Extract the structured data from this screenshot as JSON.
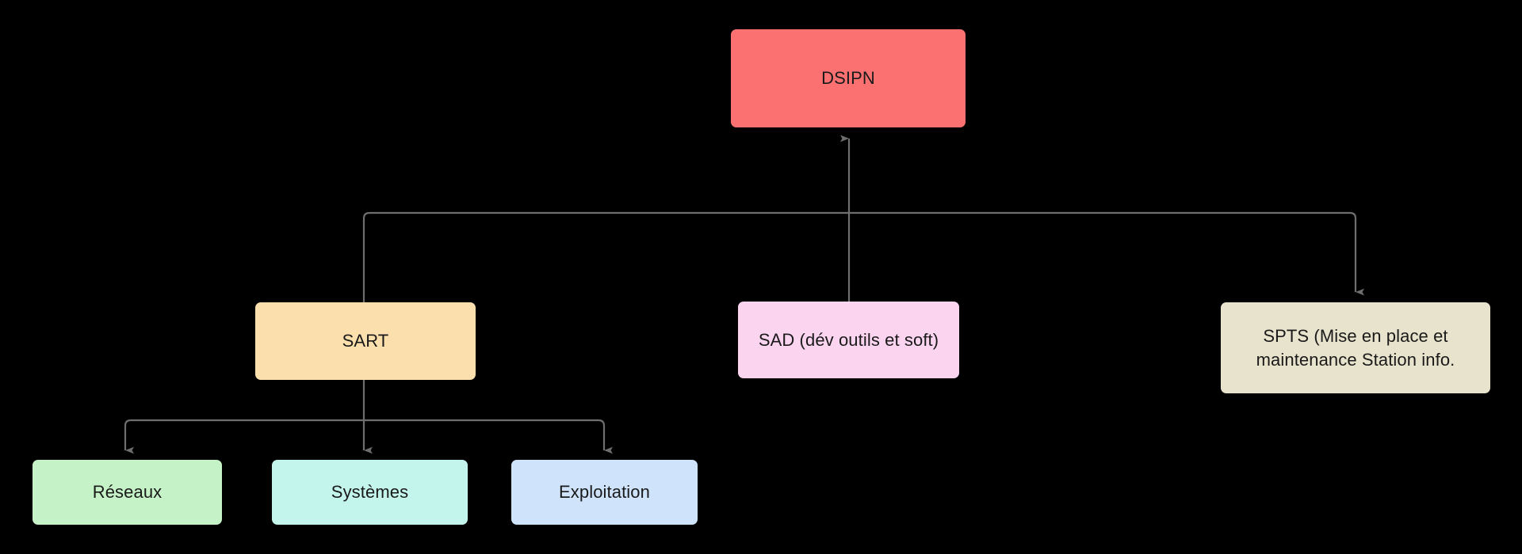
{
  "diagram": {
    "type": "org-chart",
    "background_color": "#000000",
    "edge_color": "#6E6E6E",
    "text_color": "#1A1A1A",
    "root": "DSIPN",
    "nodes": [
      {
        "id": "dsipn",
        "label": "DSIPN",
        "color": "#FB7171",
        "level": 0
      },
      {
        "id": "sart",
        "label": "SART",
        "color": "#FBDFAD",
        "level": 1
      },
      {
        "id": "sad",
        "label": "SAD (dév outils et soft)",
        "color": "#FBD4F0",
        "level": 1
      },
      {
        "id": "spts",
        "label": "SPTS (Mise en place et\nmaintenance Station info.",
        "color": "#E8E3CC",
        "level": 1
      },
      {
        "id": "reseaux",
        "label": "Réseaux",
        "color": "#C5F2C7",
        "level": 2
      },
      {
        "id": "systemes",
        "label": "Systèmes",
        "color": "#C3F5EC",
        "level": 2
      },
      {
        "id": "exploit",
        "label": "Exploitation",
        "color": "#CFE3FB",
        "level": 2
      }
    ],
    "edges": [
      {
        "from": "sart",
        "to": "dsipn",
        "arrow": "up"
      },
      {
        "from": "sad",
        "to": "dsipn",
        "arrow": "up"
      },
      {
        "from": "dsipn",
        "to": "spts",
        "arrow": "down"
      },
      {
        "from": "sart",
        "to": "reseaux",
        "arrow": "down"
      },
      {
        "from": "sart",
        "to": "systemes",
        "arrow": "down"
      },
      {
        "from": "sart",
        "to": "exploit",
        "arrow": "down"
      }
    ]
  }
}
